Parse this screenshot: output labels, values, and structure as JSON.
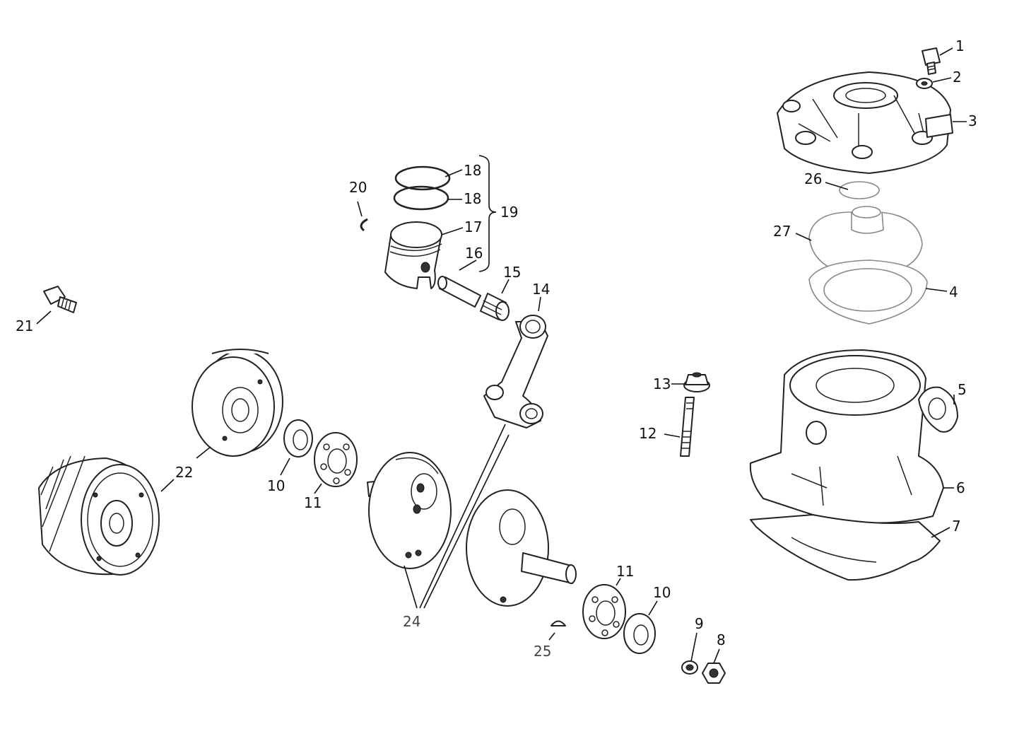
{
  "labels": {
    "l1": "1",
    "l2": "2",
    "l3": "3",
    "l4": "4",
    "l5": "5",
    "l6": "6",
    "l7": "7",
    "l8": "8",
    "l9": "9",
    "l10a": "10",
    "l10b": "10",
    "l11a": "11",
    "l11b": "11",
    "l12": "12",
    "l13": "13",
    "l14": "14",
    "l15": "15",
    "l16": "16",
    "l17": "17",
    "l18a": "18",
    "l18b": "18",
    "l19": "19",
    "l20": "20",
    "l21": "21",
    "l22": "22",
    "l24": "24",
    "l25": "25",
    "l26": "26",
    "l27": "27"
  },
  "colors": {
    "line": "#222222",
    "background": "#ffffff",
    "faded": "#888888"
  }
}
